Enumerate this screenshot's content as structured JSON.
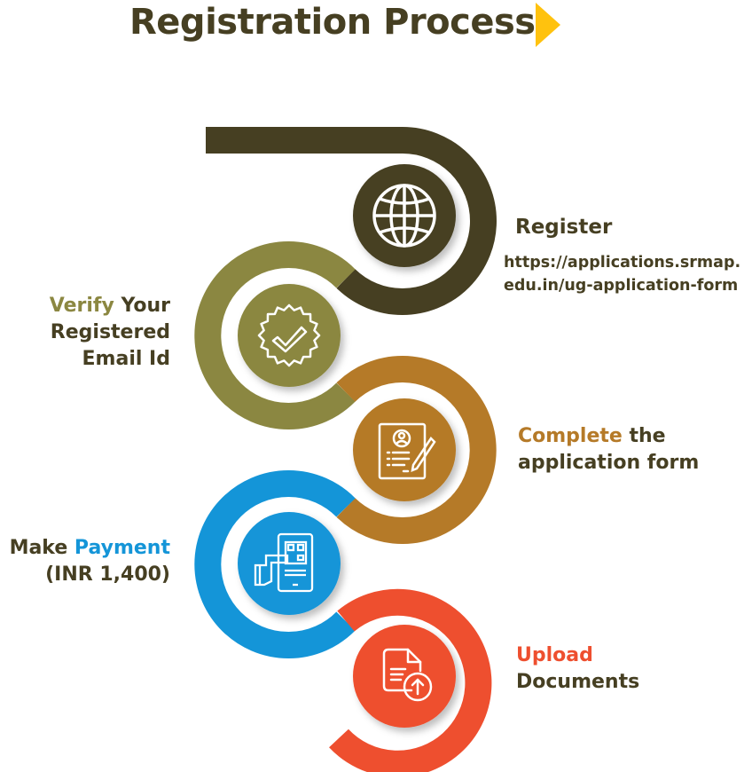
{
  "title": "Registration Process",
  "colors": {
    "dark": "#463f22",
    "olive": "#8b8741",
    "orange": "#b57a28",
    "blue": "#1495d8",
    "red": "#ee4f2f",
    "yellow": "#ffc20e"
  },
  "steps": [
    {
      "id": "register",
      "icon": "globe-icon",
      "highlight": "",
      "label": "Register",
      "detail_line1": "https://applications.srmap.",
      "detail_line2": "edu.in/ug-application-form"
    },
    {
      "id": "verify",
      "icon": "verified-badge-icon",
      "highlight": "Verify",
      "rest_line1": " Your",
      "line2": "Registered",
      "line3": "Email Id"
    },
    {
      "id": "complete",
      "icon": "application-form-icon",
      "highlight": "Complete",
      "rest_line1": " the",
      "line2": "application form"
    },
    {
      "id": "payment",
      "icon": "mobile-qr-payment-icon",
      "prefix": "Make ",
      "highlight": "Payment",
      "line2": "(INR 1,400)"
    },
    {
      "id": "upload",
      "icon": "upload-document-icon",
      "highlight": "Upload",
      "line2": "Documents"
    }
  ]
}
